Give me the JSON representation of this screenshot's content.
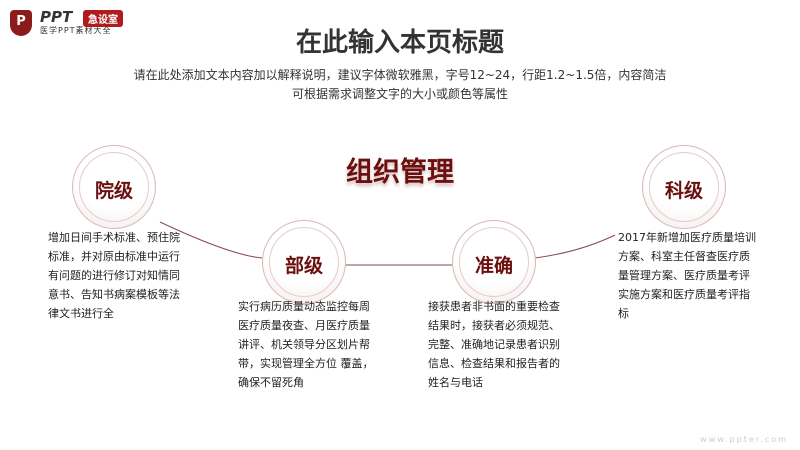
{
  "logo": {
    "brand": "PPT",
    "badge": "急设室",
    "subtitle": "医学PPT素材大全",
    "icon": "shield-p-icon"
  },
  "header": {
    "title": "在此输入本页标题",
    "subtitle_line1": "请在此处添加文本内容加以解释说明，建议字体微软雅黑，字号12~24，行距1.2~1.5倍，内容简洁",
    "subtitle_line2": "可根据需求调整文字的大小或颜色等属性"
  },
  "center_title": "组织管理",
  "nodes": [
    {
      "label": "院级",
      "text": "增加日间手术标准、预住院标准，并对原由标准中运行有问题的进行修订对知情同意书、告知书病案模板等法律文书进行全"
    },
    {
      "label": "部级",
      "text": "实行病历质量动态监控每周医疗质量夜查、月医疗质量讲评、机关领导分区划片帮带，实现管理全方位 覆盖，确保不留死角"
    },
    {
      "label": "准确",
      "text": "接获患者非书面的重要检查结果时，接获者必须规范、完整、准确地记录患者识别信息、检查结果和报告者的姓名与电话"
    },
    {
      "label": "科级",
      "text": "2017年新增加医疗质量培训方案、科室主任督查医疗质量管理方案、医疗质量考评实施方案和医疗质量考评指标"
    }
  ],
  "watermark": "www.ppter.com",
  "colors": {
    "accent": "#6b0f0f",
    "brand": "#b01c1c"
  }
}
